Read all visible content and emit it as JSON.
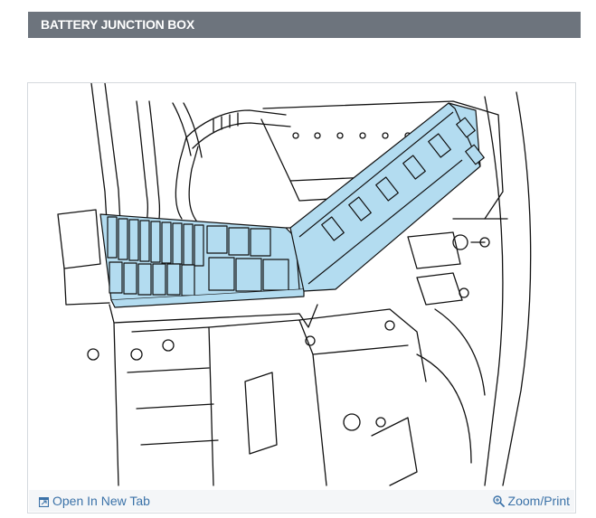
{
  "header": {
    "title": "BATTERY JUNCTION BOX"
  },
  "figure": {
    "icon": "battery-junction-box-line-illustration"
  },
  "footer": {
    "open_tab_label": "Open In New Tab",
    "zoom_print_label": "Zoom/Print",
    "open_tab_icon": "open-new-tab-icon",
    "zoom_icon": "magnifier-plus-icon"
  },
  "colors": {
    "header_bg": "#6d747d",
    "header_text": "#ffffff",
    "box_fill": "#b3dcf0",
    "line": "#111111",
    "link": "#3b72a8",
    "footer_bg": "#f4f6f8",
    "frame_border": "#d5d9de"
  }
}
